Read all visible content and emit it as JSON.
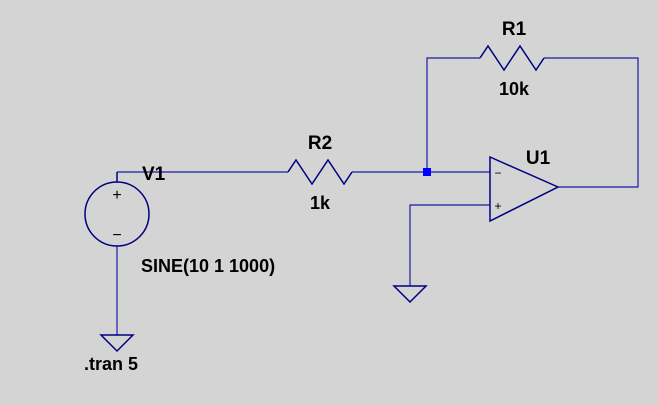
{
  "colors": {
    "background": "#d4d4d4",
    "wire": "#1a1aa8",
    "component": "#000080",
    "junction": "#0000ff",
    "text": "#000000"
  },
  "components": {
    "v1": {
      "ref": "V1",
      "value": "SINE(10 1 1000)",
      "pos_symbol": "+",
      "neg_symbol": "−"
    },
    "r1": {
      "ref": "R1",
      "value": "10k"
    },
    "r2": {
      "ref": "R2",
      "value": "1k"
    },
    "u1": {
      "ref": "U1",
      "inv_symbol": "−",
      "noninv_symbol": "+"
    }
  },
  "directives": {
    "tran": ".tran 5"
  },
  "icons": {
    "ground": "ground-icon",
    "source": "voltage-source-icon",
    "resistor": "resistor-icon",
    "opamp": "opamp-icon",
    "junction": "junction-dot-icon"
  }
}
